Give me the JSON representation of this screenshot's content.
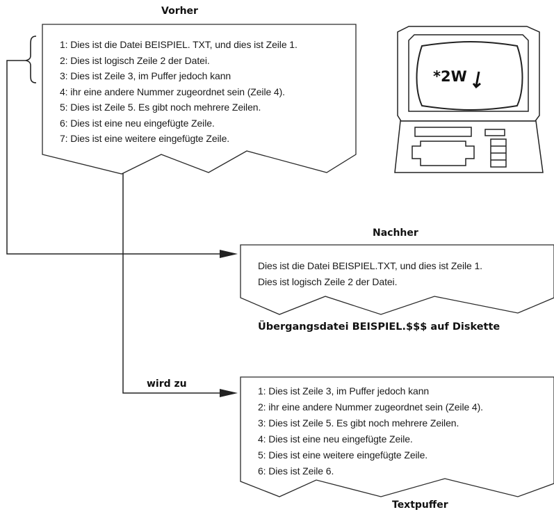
{
  "headings": {
    "before": "Vorher",
    "after": "Nachher",
    "transfer_file": "Übergangsdatei BEISPIEL.$$$ auf Diskette",
    "becomes": "wird zu",
    "text_buffer": "Textpuffer"
  },
  "before_lines": [
    "1: Dies ist die Datei BEISPIEL. TXT, und dies ist Zeile 1.",
    "2: Dies ist logisch Zeile 2 der Datei.",
    "3: Dies ist Zeile 3, im Puffer jedoch kann",
    "4: ihr eine andere Nummer zugeordnet sein (Zeile 4).",
    "5: Dies ist Zeile 5. Es gibt noch mehrere Zeilen.",
    "6: Dies ist eine neu eingefügte Zeile.",
    "7: Dies ist eine weitere eingefügte Zeile."
  ],
  "after_lines": [
    "Dies ist die Datei BEISPIEL.TXT, und dies ist Zeile 1.",
    "Dies ist logisch Zeile 2 der Datei."
  ],
  "buffer_lines": [
    "1: Dies ist Zeile 3, im Puffer jedoch kann",
    "2: ihr eine andere Nummer zugeordnet sein (Zeile 4).",
    "3: Dies ist Zeile 5. Es gibt noch mehrere Zeilen.",
    "4: Dies ist eine neu eingefügte Zeile.",
    "5: Dies ist eine weitere eingefügte Zeile.",
    "6: Dies ist Zeile 6."
  ],
  "screen": {
    "command": "*2W"
  },
  "icons": [
    "computer-terminal-icon",
    "brace-icon",
    "arrow-right-icon",
    "return-key-icon"
  ]
}
